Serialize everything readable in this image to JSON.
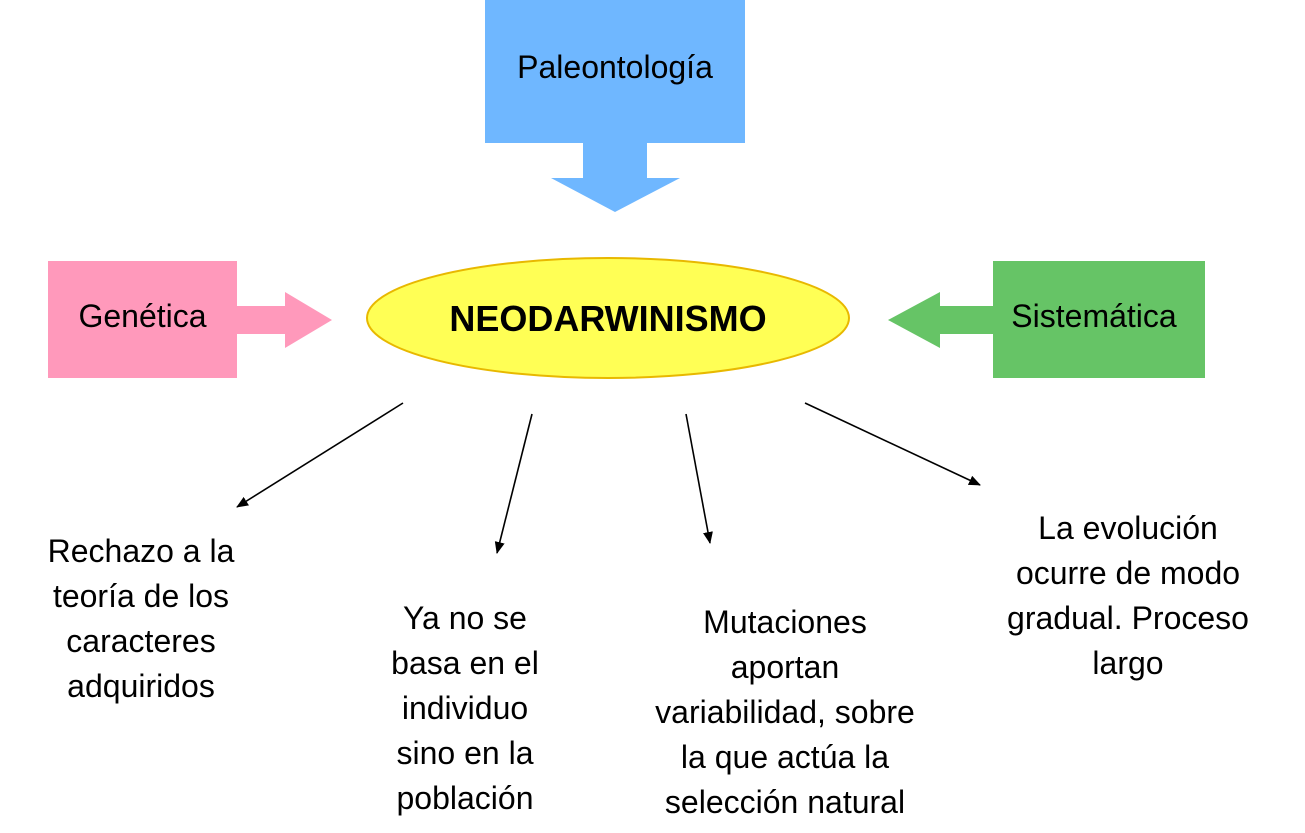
{
  "center": {
    "label": "NEODARWINISMO"
  },
  "sources": {
    "top": {
      "label": "Paleontología",
      "color": "#6FB7FF"
    },
    "left": {
      "label": "Genética",
      "color": "#FF99BB"
    },
    "right": {
      "label": "Sistemática",
      "color": "#66C466"
    }
  },
  "outcomes": [
    {
      "lines": [
        "Rechazo a la",
        "teoría de los",
        "caracteres",
        "adquiridos"
      ]
    },
    {
      "lines": [
        "Ya no se",
        "basa en el",
        "individuo",
        "sino en la",
        "población"
      ]
    },
    {
      "lines": [
        "Mutaciones",
        "aportan",
        "variabilidad, sobre",
        "la que actúa la",
        "selección natural"
      ]
    },
    {
      "lines": [
        "La evolución",
        "ocurre de modo",
        "gradual. Proceso",
        "largo"
      ]
    }
  ]
}
